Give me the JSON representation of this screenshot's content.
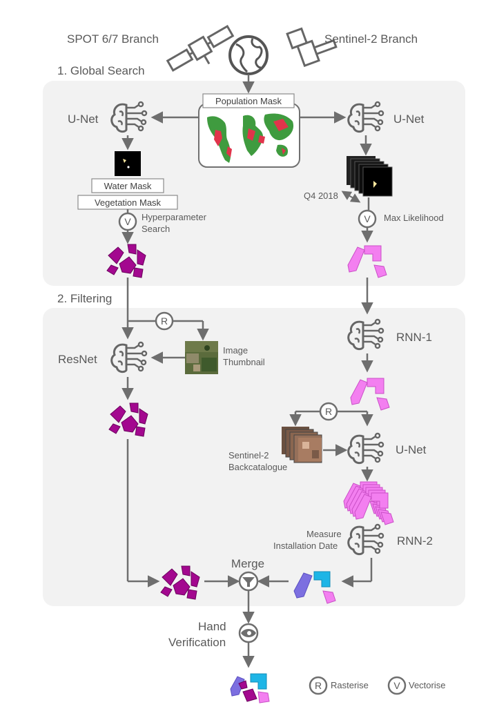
{
  "branches": {
    "spot": "SPOT 6/7 Branch",
    "sentinel": "Sentinel-2 Branch"
  },
  "sections": {
    "global_search": "1. Global Search",
    "filtering": "2. Filtering"
  },
  "labels": {
    "population_mask": "Population Mask",
    "unet": "U-Net",
    "water_mask": "Water Mask",
    "vegetation_mask": "Vegetation Mask",
    "hyper_1": "Hyperparameter",
    "hyper_2": "Search",
    "q4": "Q4 2018",
    "max_likelihood": "Max Likelihood",
    "resnet": "ResNet",
    "image_1": "Image",
    "image_2": "Thumbnail",
    "rnn1": "RNN-1",
    "backcat_1": "Sentinel-2",
    "backcat_2": "Backcatalogue",
    "measure_1": "Measure",
    "measure_2": "Installation Date",
    "rnn2": "RNN-2",
    "merge": "Merge",
    "hand_1": "Hand",
    "hand_2": "Verification"
  },
  "legend": {
    "r_symbol": "R",
    "r_label": "Rasterise",
    "v_symbol": "V",
    "v_label": "Vectorise"
  },
  "colors": {
    "panel": "#f2f2f2",
    "arrow": "#6e6e6e",
    "spot_poly": "#a3088f",
    "sentinel_poly": "#f37ff0",
    "merge_blue": "#1eb5e6",
    "merge_violet": "#7c6fe0"
  }
}
